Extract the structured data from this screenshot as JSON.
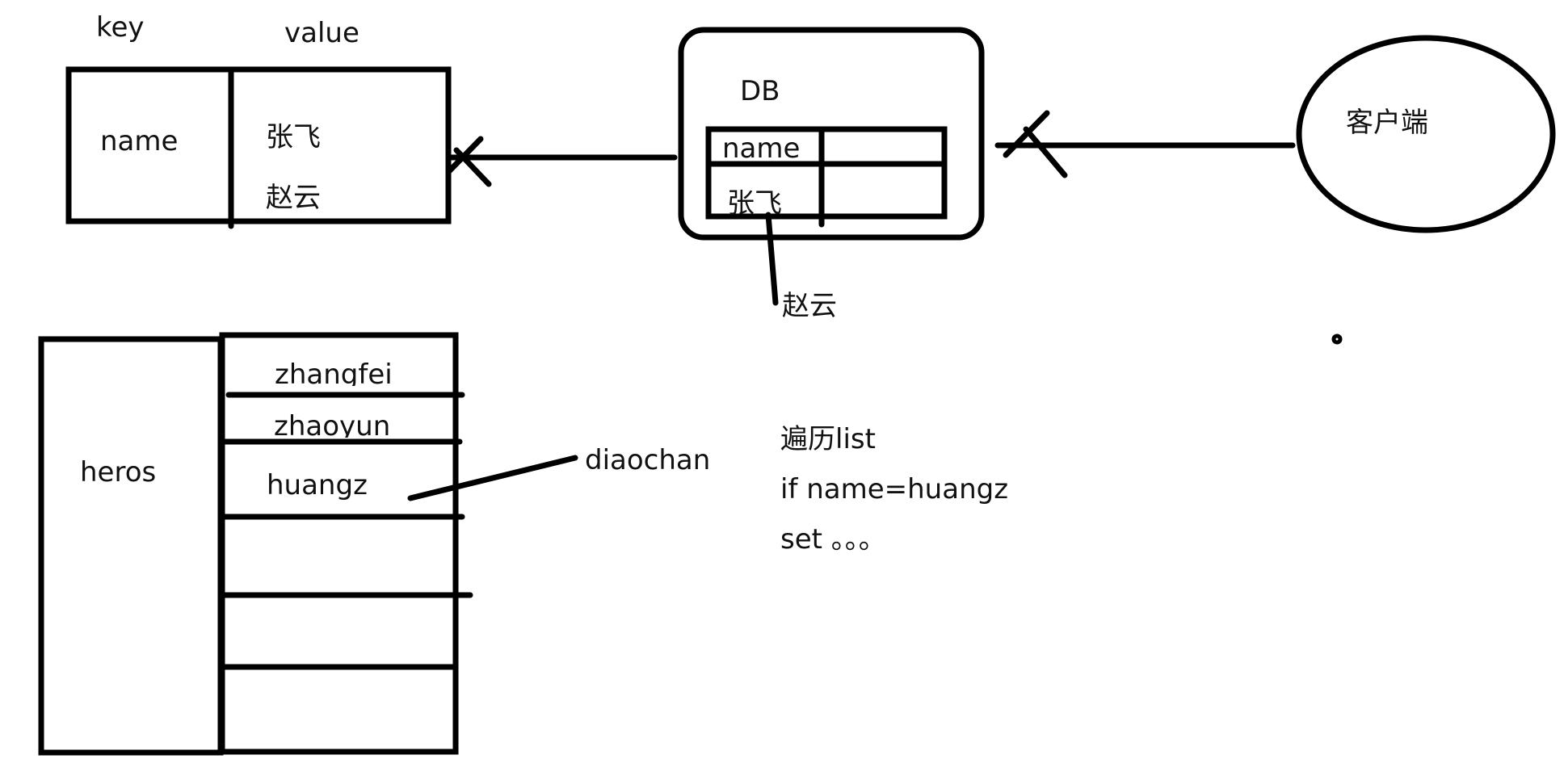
{
  "kv_table": {
    "key_header": "key",
    "value_header": "value",
    "key": "name",
    "values": [
      "张飞",
      "赵云"
    ]
  },
  "db": {
    "title": "DB",
    "column": "name",
    "row_value": "张飞",
    "callout_value": "赵云"
  },
  "client": {
    "label": "客户端"
  },
  "heros_list": {
    "key": "heros",
    "items": [
      "zhangfei",
      "zhaoyun",
      "huangz"
    ],
    "replacement": "diaochan"
  },
  "note": {
    "lines": [
      "遍历list",
      "if name=huangz",
      "set 。。。"
    ]
  },
  "stray_mark": "。"
}
